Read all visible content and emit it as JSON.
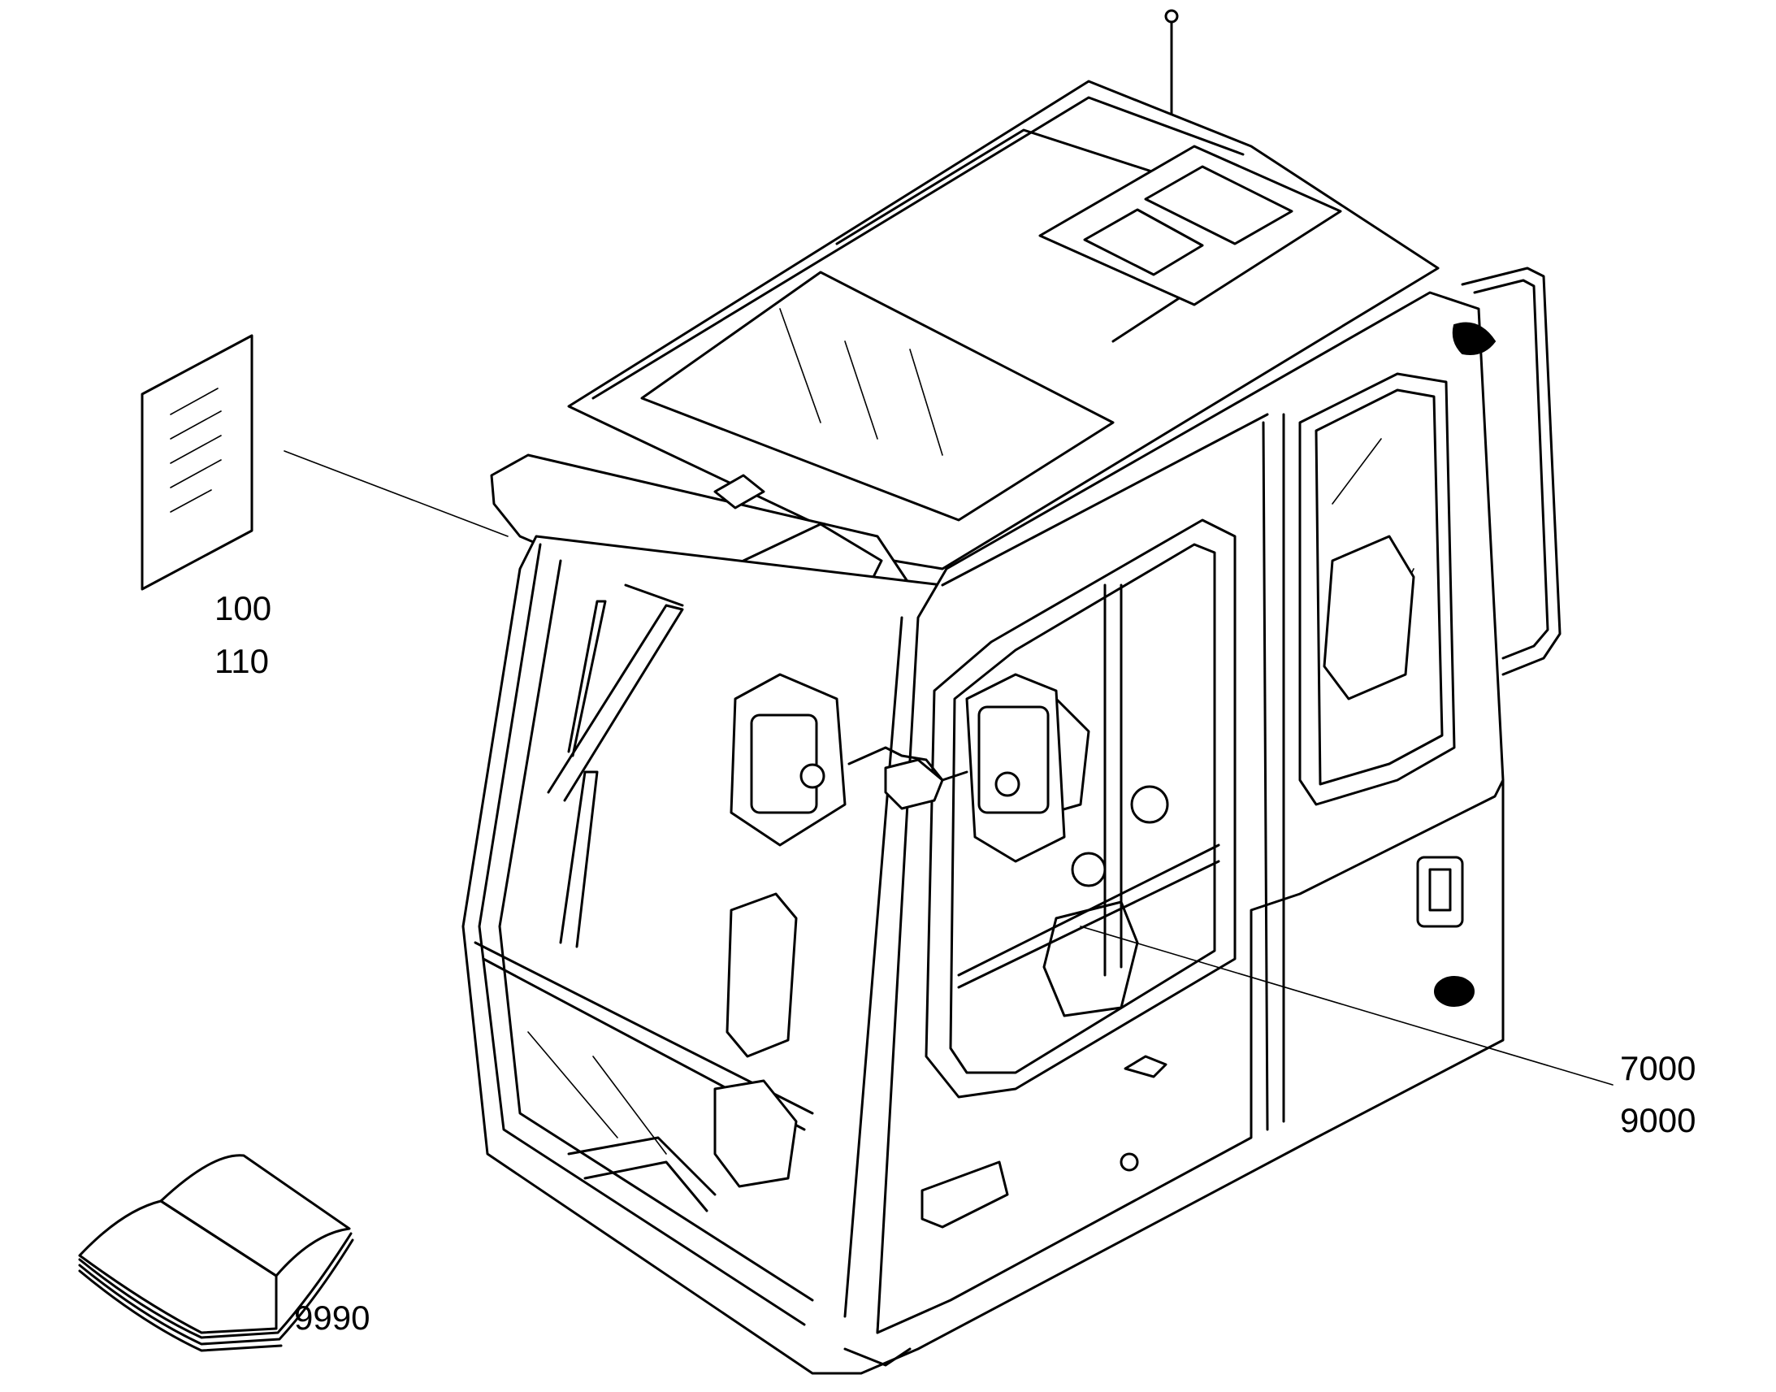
{
  "callouts": [
    {
      "id": "document",
      "codes": [
        "100",
        "110"
      ]
    },
    {
      "id": "cab-interior",
      "codes": [
        "7000",
        "9000"
      ]
    },
    {
      "id": "manual",
      "codes": [
        "9990"
      ]
    }
  ],
  "colors": {
    "line": "#000000",
    "background": "#ffffff"
  },
  "icons": [
    "document-sheet-icon",
    "open-book-icon",
    "operator-cab-illustration"
  ]
}
